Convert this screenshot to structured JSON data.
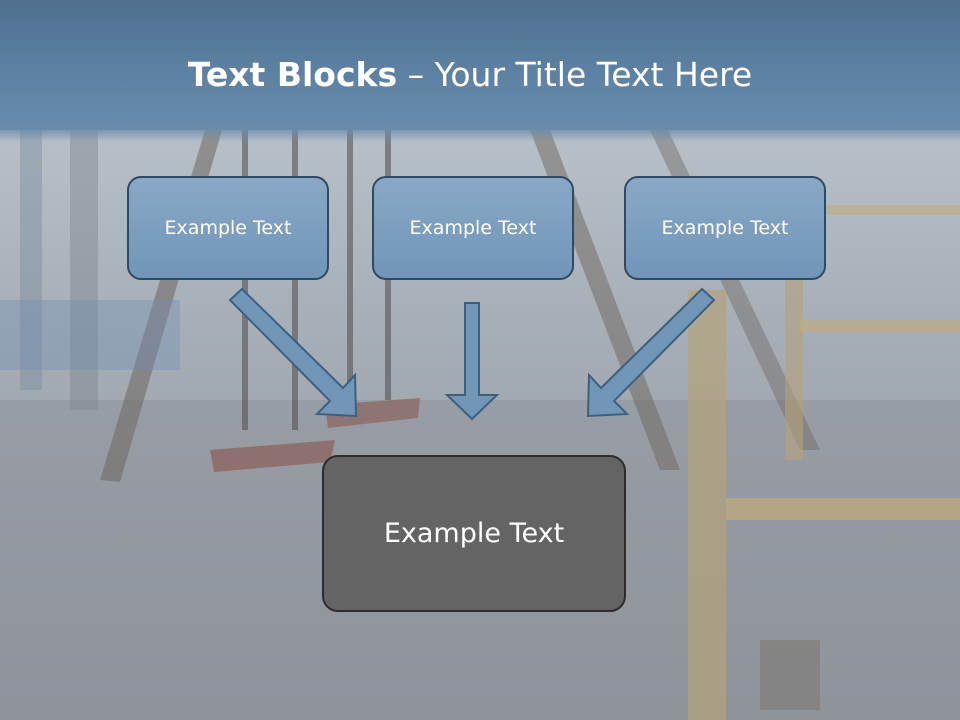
{
  "title": {
    "bold": "Text Blocks",
    "rest": " – Your Title Text Here"
  },
  "boxes": {
    "top_left": "Example Text",
    "top_center": "Example Text",
    "top_right": "Example Text",
    "main": "Example Text"
  },
  "colors": {
    "title_band": "#5d81a3",
    "box_fill": "#7b9dbe",
    "box_border": "#2f4a64",
    "main_fill": "#646464",
    "arrow_fill": "#7196b8"
  }
}
